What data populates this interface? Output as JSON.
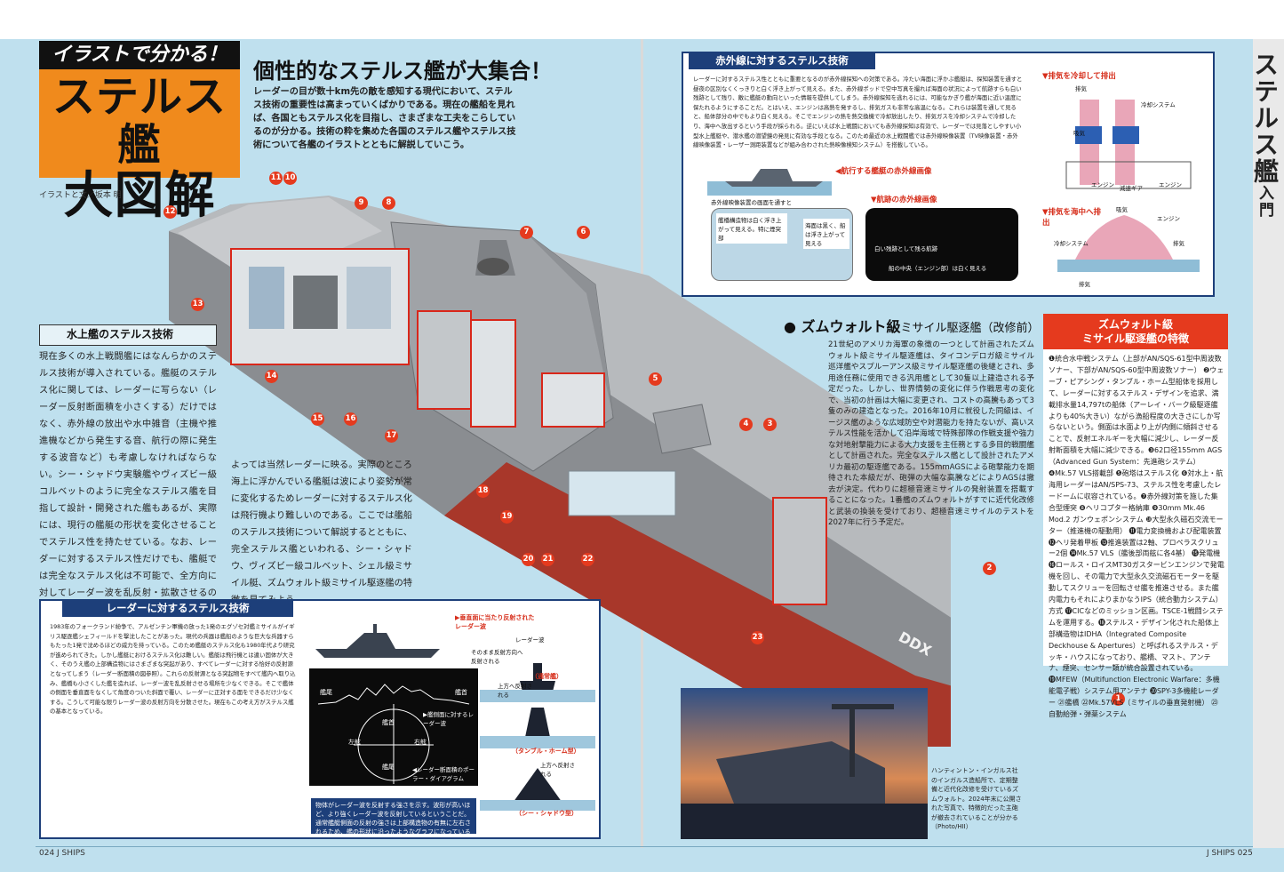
{
  "page": {
    "tab_title": "ステルス艦",
    "tab_subtitle": "入門",
    "folio_left": "024 J SHIPS",
    "folio_right": "J SHIPS 025"
  },
  "title": {
    "kicker": "イラストで分かる！",
    "main_line1": "ステルス艦",
    "main_line2": "大図解",
    "credit": "イラストと文／坂本 明",
    "headline": "個性的なステルス艦が大集合！",
    "lead": "レーダーの目が数十km先の敵を感知する現代において、ステルス技術の重要性は高まっていくばかりである。現在の艦船を見れば、各国ともステルス化を目指し、さまざまな工夫をこらしているのが分かる。技術の粋を集めた各国のステルス艦やステルス技術について各艦のイラストとともに解説していこう。"
  },
  "surface_section": {
    "heading": "水上艦のステルス技術",
    "col1": "現在多くの水上戦闘艦にはなんらかのステルス技術が導入されている。艦艇のステルス化に関しては、レーダーに写らない（レーダー反射断面積を小さくする）だけではなく、赤外線の放出や水中雑音（主機や推進機などから発生する音、航行の際に発生する波音など）も考慮しなければならない。シー・シャドウ実験艦やヴィズビー級コルベットのように完全なステルス艦を目指して設計・開発された艦もあるが、実際には、現行の艦艇の形状を変化させることでステルス性を持たせている。なお、レーダーに対するステルス性だけでも、艦艇では完全なステルス化は不可能で、全方向に対してレーダー波を乱反射・拡散させるのではなく、反射波をある一定の方向にだけ反射するようにしている。そのため艦の角度に",
    "col2": "よっては当然レーダーに映る。実際のところ海上に浮かんでいる艦艇は波により姿勢が常に変化するためレーダーに対するステルス化は飛行機より難しいのである。ここでは艦船のステルス技術について解説するとともに、完全ステルス艦といわれる、シー・シャドウ、ヴィズビー級コルベット、シェル級ミサイル艇、ズムウォルト級ミサイル駆逐艦の特徴を見てみよう。"
  },
  "radar_box": {
    "title": "レーダーに対するステルス技術",
    "text": "1983年のフォークランド紛争で、アルゼンチン軍機の放った1発のエグゾセ対艦ミサイルがイギリス駆逐艦シェフィールドを撃沈したことがあった。現代の兵器は艦船のような巨大な兵器すらもたった1発で沈めるほどの威力を持っている。このため艦艇のステルス化も1980年代より研究が進められてきた。しかし艦艇におけるステルス化は難しい。艦艇は飛行機とは違い固体が大きく、そのうえ艦の上部構造物にはさまざまな突起があり、すべてレーダーに対する恰好の反射源となってしまう（レーダー断面積の図参照）。これらの反射源となる突起物をすべて艦内へ取り込み、艦橋も小さくした艦を造れば、レーダー波を乱反射させる場所を少なくできる。そこで艦体の側面を垂直面をなくして角度のついた斜面で覆い、レーダーに正対する面をできるだけ少なくする。こうして可能な限りレーダー波の反射方向を分散させた。現在もこの考え方がステルス艦の基本となっている。",
    "legend_perp": "▶垂直面に当たり反射されたレーダー波",
    "label_radar_wave": "レーダー波",
    "label_reflected": "そのまま反射方向へ反射される",
    "label_upward": "上方へ反射される",
    "label_conventional": "（通常艦）",
    "label_tumblehome": "（タンブル・ホーム型）",
    "label_seashadow": "（シー・シャドウ型）",
    "polar_bow": "艦首",
    "polar_stern": "艦尾",
    "polar_port": "左舷",
    "polar_starboard": "右舷",
    "polar_caption_side": "▶艦側面に対するレーダー波",
    "polar_caption_rcs": "◀レーダー断面積のポーラー・ダイアグラム",
    "polar_caption": "物体がレーダー波を反射する強さを示す。波形が高いほど、より強くレーダー波を反射しているということだ。通常艦艇側面の反射の強さは上部構造物の有無に左右されるため、艦の形状に沿ったようなグラフになっている"
  },
  "ir_box": {
    "title": "赤外線に対するステルス技術",
    "text": "レーダーに対するステルス性とともに重要となるのが赤外線探知への対策である。冷たい海面に浮かぶ艦艇は、探知装置を通すと昼夜の区別なくくっきりと白く浮き上がって見える。また、赤外線ポッドで空中写真を撮れば海面の状況によって航跡すらも白い残跡として残り、敵に艦艇の動向といった情報を提供してしまう。赤外線探知を逃れるには、可能なかぎり艦が海面に近い温度に保たれるようにすることだ。とはいえ、エンジンは高熱を発するし、排気ガスも非常な高温になる。これらは装置を通して見ると、船体部分の中でもより白く見える。そこでエンジンの熱を熱交換機で冷却放出したり、排気ガスを冷却システムで冷却したり、海中へ放出するという手段が採られる。逆にいえば水上戦闘においても赤外線探知は有効で、レーダーでは見落としやすい小型水上艦艇や、潜水艦の潜望鏡の発見に有効な手段となる。このため最近の水上戦闘艦では赤外線映像装置（TV映像装置・赤外線映像装置・レーザー測距装置などが組み合わされた熱映像検知システム）を搭載している。",
    "label_course": "◀航行する艦艇の赤外線画像",
    "label_wake": "▼航跡の赤外線画像",
    "label_through": "赤外線映像装置の画面を通すと",
    "panel1_a": "艦橋構造物は白く浮き上がって見える。特に煙突部",
    "panel1_b": "海面は黒く、船は浮き上がって見える",
    "panel2_a": "白い残跡として残る航跡",
    "panel2_b": "船の中央（エンジン部）は白く見える",
    "cool_title": "▼排気を冷却して排出",
    "sea_title": "▼排気を海中へ排出",
    "lbl_exhaust": "排気",
    "lbl_cooling": "冷却システム",
    "lbl_intake": "吸気",
    "lbl_engine": "エンジン",
    "lbl_gear": "減速ギア"
  },
  "zumwalt": {
    "heading": "ズムウォルト級",
    "heading_small": "ミサイル駆逐艦（改修前）",
    "text": "21世紀のアメリカ海軍の象徴の一つとして計画されたズムウォルト級ミサイル駆逐艦は、タイコンデロガ級ミサイル巡洋艦やスプルーアンス級ミサイル駆逐艦の後継とされ、多用途任務に使用できる汎用艦として30隻以上建造される予定だった。しかし、世界情勢の変化に伴う作戦思考の変化で、当初の計画は大幅に変更され、コストの高騰もあって3隻のみの建造となった。2016年10月に就役した同級は、イージス艦のような広域防空や対潜能力を持たないが、高いステルス性能を活かして沿岸海域で特殊部隊の作戦支援や強力な対地射撃能力による大力支援を主任務とする多目的戦闘艦として計画された。完全なステルス艦として設計されたアメリカ最初の駆逐艦である。155mmAGSによる砲撃能力を期待された本級だが、砲弾の大幅な高騰などによりAGSは撤去が決定。代わりに超極音速ミサイルの発射装置を搭載することになった。1番艦のズムウォルトがすでに近代化改修と武装の換装を受けており、超極音速ミサイルのテストを2027年に行う予定だ。",
    "features_title1": "ズムウォルト級",
    "features_title2": "ミサイル駆逐艦の特徴",
    "features": "❶統合水中戦システム（上部がAN/SQS-61型中周波数ソナー、下部がAN/SQS-60型中周波数ソナー） ❷ウェーブ・ピアシング・タンブル・ホーム型船体を採用して、レーダーに対するステルス・デザインを追求、満載排水量14,797tの船体（アーレイ・バーク級駆逐艦よりも40%大きい）ながら漁船程度の大きさにしか写らないという。側面は水面より上が内側に傾斜させることで、反射エネルギーを大幅に減少し、レーダー反射断面積を大幅に減少できる。❸62口径155mm AGS（Advanced Gun System：先進砲システム） ❹Mk.57 VLS搭載部 ❺砲塔はステルス化 ❻対水上・航海用レーダーはAN/SPS-73、ステルス性を考慮したレードームに収容されている。❼赤外線対策を施した集合型煙突 ❽ヘリコプター格納庫 ❾30mm Mk.46 Mod.2 ガンウェポンシステム ❿大型永久磁石交流モーター（推進機の駆動用） ⓫電力変換機および配電装置 ⓬ヘリ発着甲板 ⓭推進装置は2軸、プロペラスクリュー2個 ⓮Mk.57 VLS（艦後部両舷に各4基） ⓯発電機 ⓰ロールス・ロイスMT30ガスタービンエンジンで発電機を回し、その電力で大型永久交流磁石モーターを駆動してスクリューを回転させ艦を推進させる。また艦内電力もそれによりまかなうIPS（統合動力システム）方式 ⓱CICなどのミッション区画。TSCE-1戦闘システムを運用する。⓲ステルス・デザイン化された船体上部構造物はIDHA（Integrated Composite Deckhouse & Apertures）と呼ばれるステルス・デッキ・ハウスになっており、艦橋、マスト、アンテナ、煙突、センサー類が統合設置されている。⓳MFEW（Multifunction Electronic Warfare：多機能電子戦）システム用アンテナ ⓴SPY-3多機能レーダー ㉑艦橋 ㉒Mk.57VLS（ミサイルの垂直発射機） ㉓自動給弾・弾薬システム",
    "hull_marking": "DDX",
    "photo_caption": "ハンティントン・インガルス社のインガルス造船所で、定期整備と近代化改修を受けているズムウォルト。2024年末に公開された写真で、特徴的だった主砲が撤去されていることが分かる（Photo/HII）"
  },
  "callouts": [
    "1",
    "2",
    "3",
    "4",
    "5",
    "6",
    "7",
    "8",
    "9",
    "10",
    "11",
    "12",
    "13",
    "14",
    "15",
    "16",
    "17",
    "18",
    "19",
    "20",
    "21",
    "22",
    "23"
  ],
  "colors": {
    "background": "#bfe0ee",
    "accent_orange": "#f08a1c",
    "accent_red": "#e53a1e",
    "navy": "#1d3f7a",
    "hull_red": "#a8372a"
  }
}
